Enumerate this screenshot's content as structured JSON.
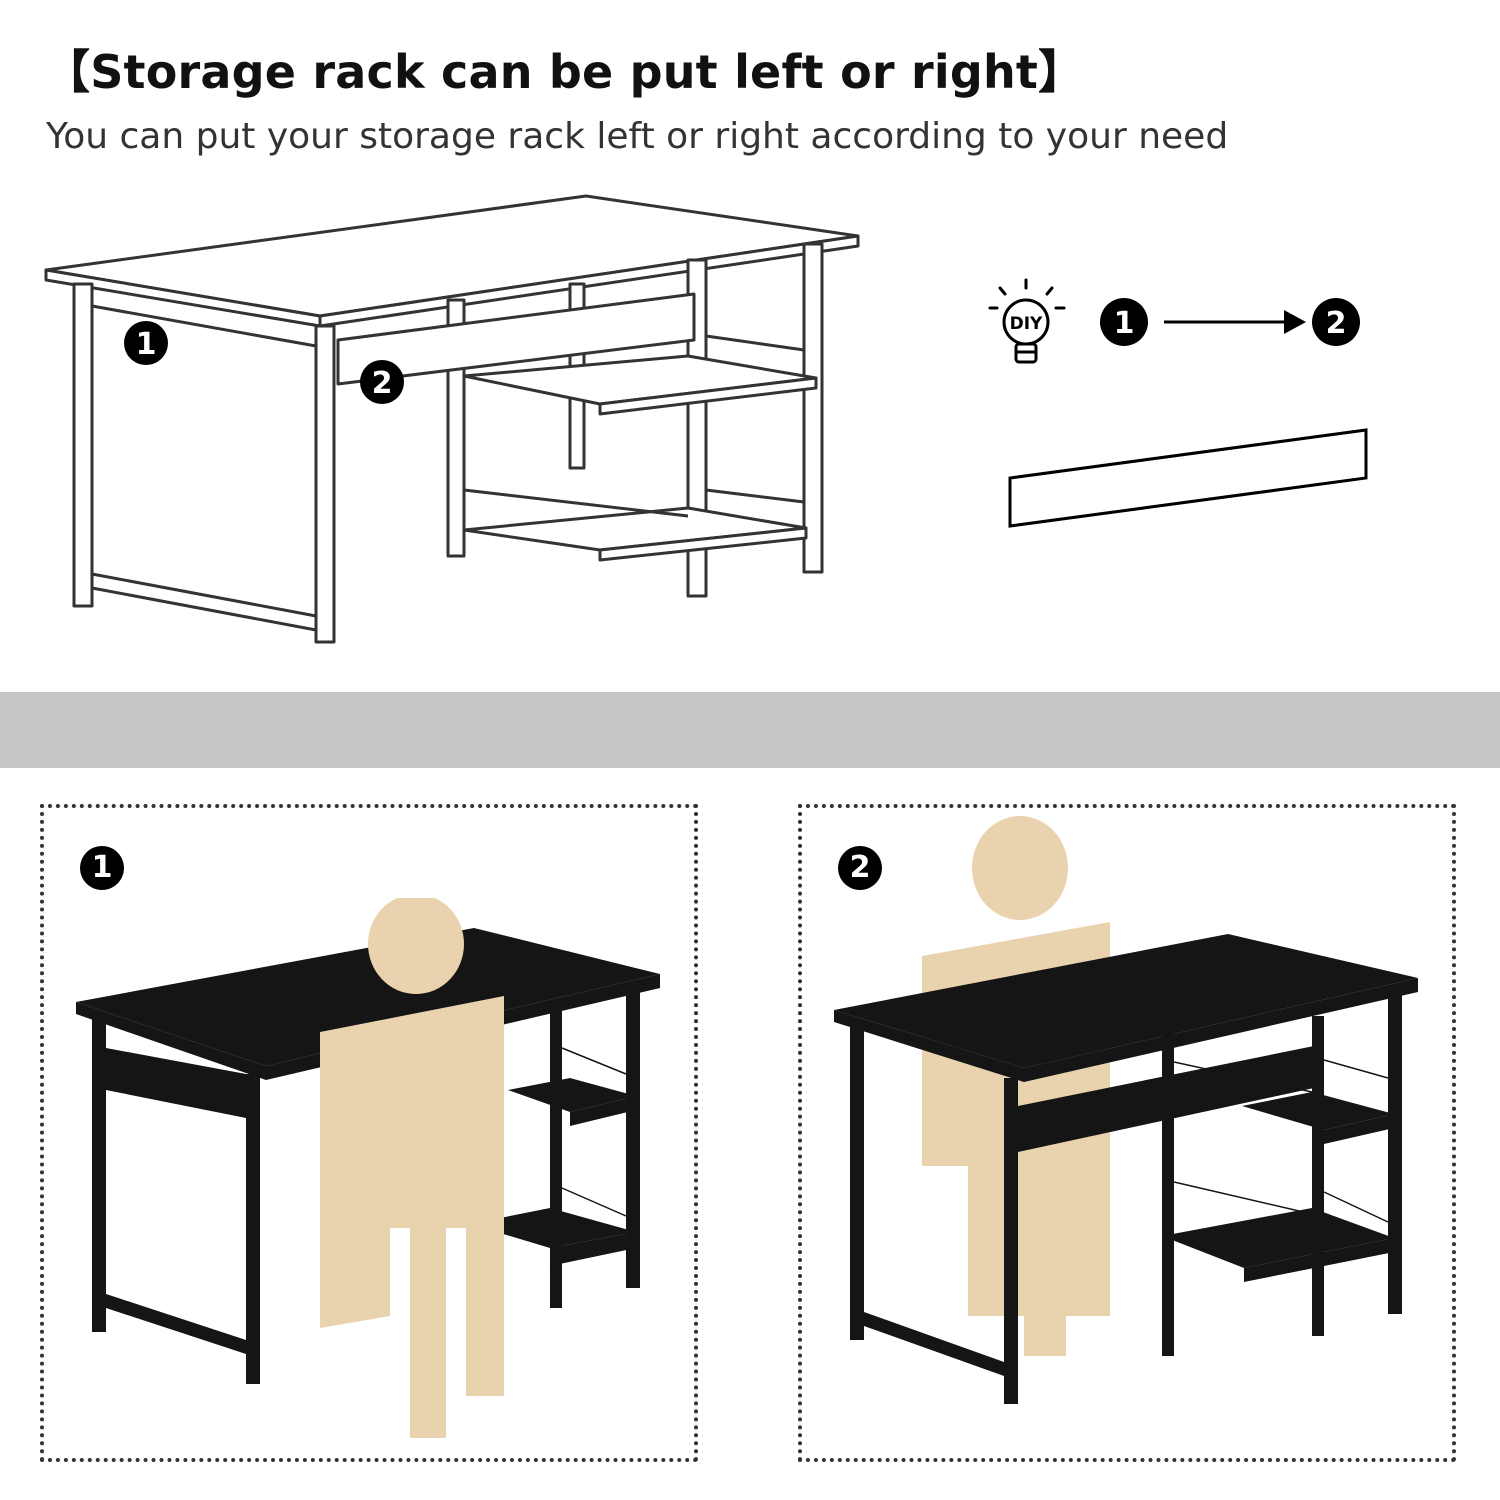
{
  "header": {
    "title": "【Storage rack can be put left or right】",
    "subtitle": "You can put your storage rack left or right according to your need"
  },
  "diagram": {
    "badge_1": "1",
    "badge_2": "2",
    "diy_label": "DIY"
  },
  "legend": {
    "from": "1",
    "to": "2"
  },
  "panels": [
    {
      "badge": "1"
    },
    {
      "badge": "2"
    }
  ],
  "colors": {
    "band": "#c6c6c6",
    "desk": "#151515",
    "person": "#e9d2ae"
  }
}
